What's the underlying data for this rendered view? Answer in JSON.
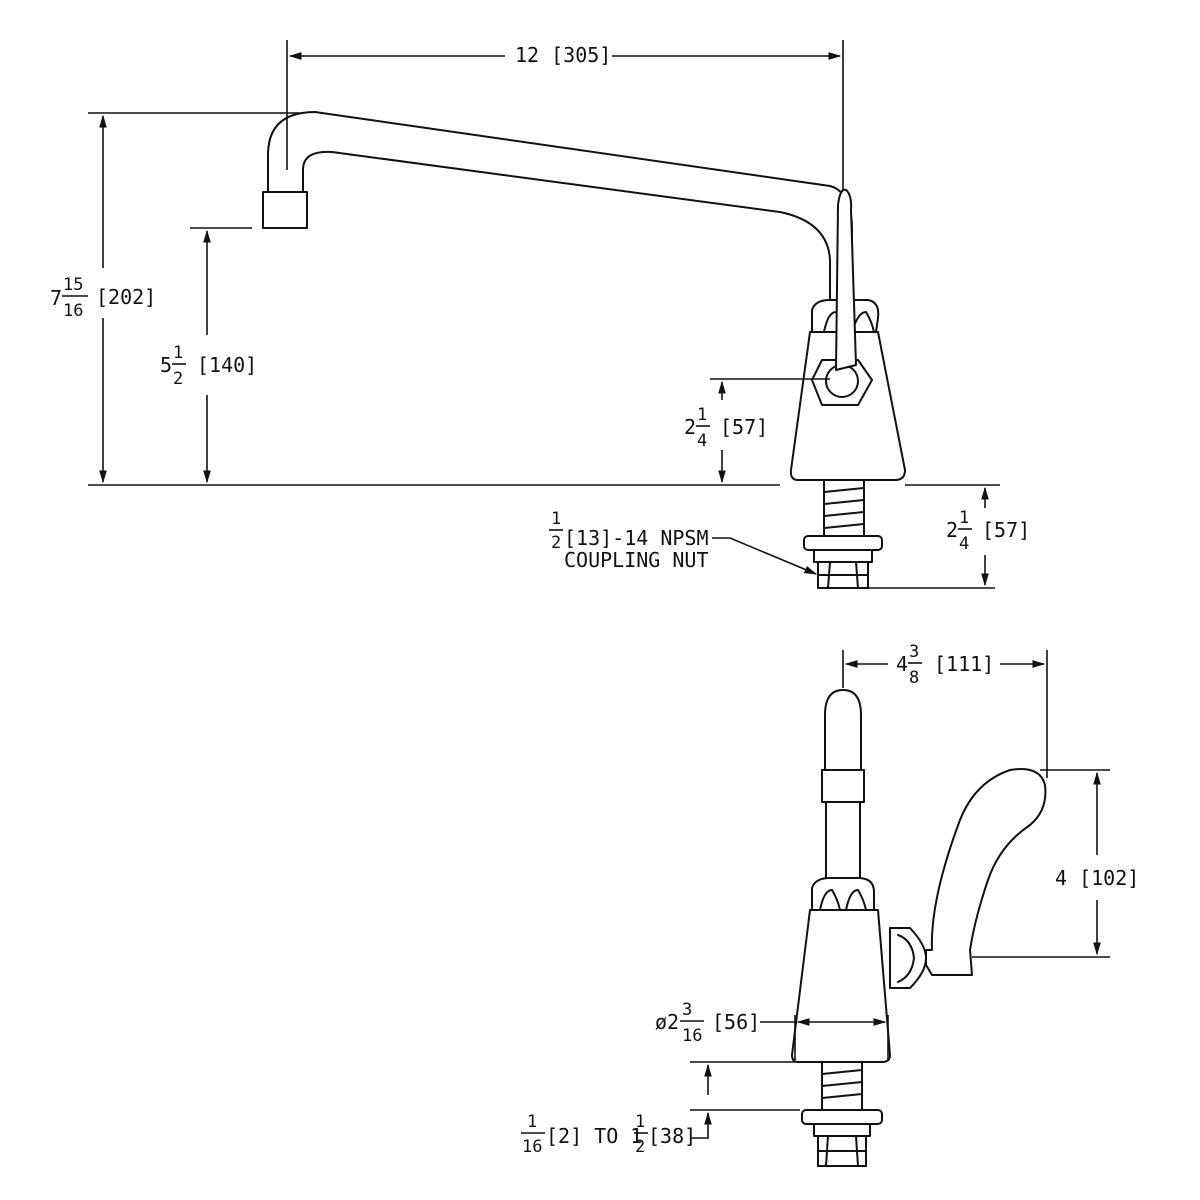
{
  "dimensions": {
    "spout_reach": {
      "text": "12 [305]"
    },
    "overall_height": {
      "whole": "7",
      "num": "15",
      "den": "16",
      "metric": "[202]"
    },
    "spout_height": {
      "whole": "5",
      "num": "1",
      "den": "2",
      "metric": "[140]"
    },
    "handle_height": {
      "whole": "2",
      "num": "1",
      "den": "4",
      "metric": "[57]"
    },
    "shank_length": {
      "whole": "2",
      "num": "1",
      "den": "4",
      "metric": "[57]"
    },
    "handle_reach": {
      "whole": "4",
      "num": "3",
      "den": "8",
      "metric": "[111]"
    },
    "handle_length": {
      "text": "4 [102]"
    },
    "base_diameter": {
      "prefix": "ø2",
      "num": "3",
      "den": "16",
      "metric": "[56]"
    },
    "deck_thickness": {
      "num1": "1",
      "den1": "16",
      "mid": "[2] TO 1",
      "num2": "1",
      "den2": "2",
      "metric": "[38]"
    }
  },
  "callouts": {
    "thread": {
      "num": "1",
      "den": "2",
      "text": "[13]-14 NPSM",
      "line2": "COUPLING NUT"
    }
  }
}
